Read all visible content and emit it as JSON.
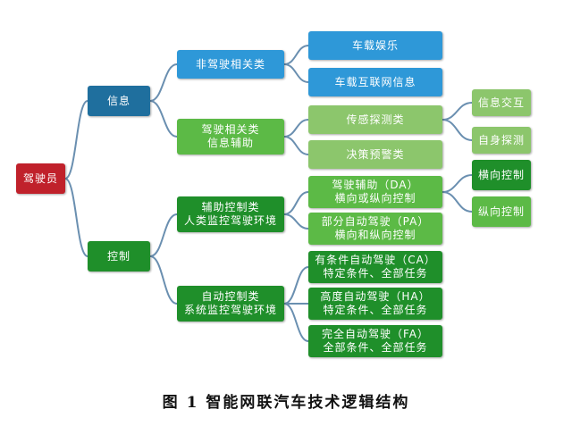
{
  "nodes": {
    "driver": "驾驶员",
    "info": "信息",
    "control": "控制",
    "non_driving_related": "非驾驶相关类",
    "in_vehicle_entertainment": "车载娱乐",
    "in_vehicle_internet_info": "车载互联网信息",
    "driving_related_info_assist": "驾驶相关类\n信息辅助",
    "sensing_detection": "传感探测类",
    "decision_warning": "决策预警类",
    "info_interaction": "信息交互",
    "self_detection": "自身探测",
    "assist_control": "辅助控制类\n人类监控驾驶环境",
    "auto_control": "自动控制类\n系统监控驾驶环境",
    "driver_assistance": "驾驶辅助（DA）\n横向或纵向控制",
    "partial_automation": "部分自动驾驶（PA）\n横向和纵向控制",
    "conditional_automation": "有条件自动驾驶（CA）\n特定条件、全部任务",
    "high_automation": "高度自动驾驶（HA）\n特定条件、全部任务",
    "full_automation": "完全自动驾驶（FA）\n全部条件、全部任务",
    "lateral_control": "横向控制",
    "longitudinal_control": "纵向控制"
  },
  "caption": "图 1   智能网联汽车技术逻辑结构",
  "colors": {
    "root": "#c0212b",
    "level1_info": "#1f6f9e",
    "info_branch": "#2e98d8",
    "level1_control": "#1f8f2a",
    "leaf_green": "#5cba46",
    "light_green": "#8cc66c",
    "connector": "#6a8fb0"
  },
  "edges": [
    [
      "driver",
      "info"
    ],
    [
      "driver",
      "control"
    ],
    [
      "info",
      "non_driving_related"
    ],
    [
      "info",
      "driving_related_info_assist"
    ],
    [
      "non_driving_related",
      "in_vehicle_entertainment"
    ],
    [
      "non_driving_related",
      "in_vehicle_internet_info"
    ],
    [
      "driving_related_info_assist",
      "sensing_detection"
    ],
    [
      "driving_related_info_assist",
      "decision_warning"
    ],
    [
      "sensing_detection",
      "info_interaction"
    ],
    [
      "sensing_detection",
      "self_detection"
    ],
    [
      "control",
      "assist_control"
    ],
    [
      "control",
      "auto_control"
    ],
    [
      "assist_control",
      "driver_assistance"
    ],
    [
      "assist_control",
      "partial_automation"
    ],
    [
      "auto_control",
      "conditional_automation"
    ],
    [
      "auto_control",
      "high_automation"
    ],
    [
      "auto_control",
      "full_automation"
    ],
    [
      "driver_assistance",
      "lateral_control"
    ],
    [
      "driver_assistance",
      "longitudinal_control"
    ]
  ]
}
